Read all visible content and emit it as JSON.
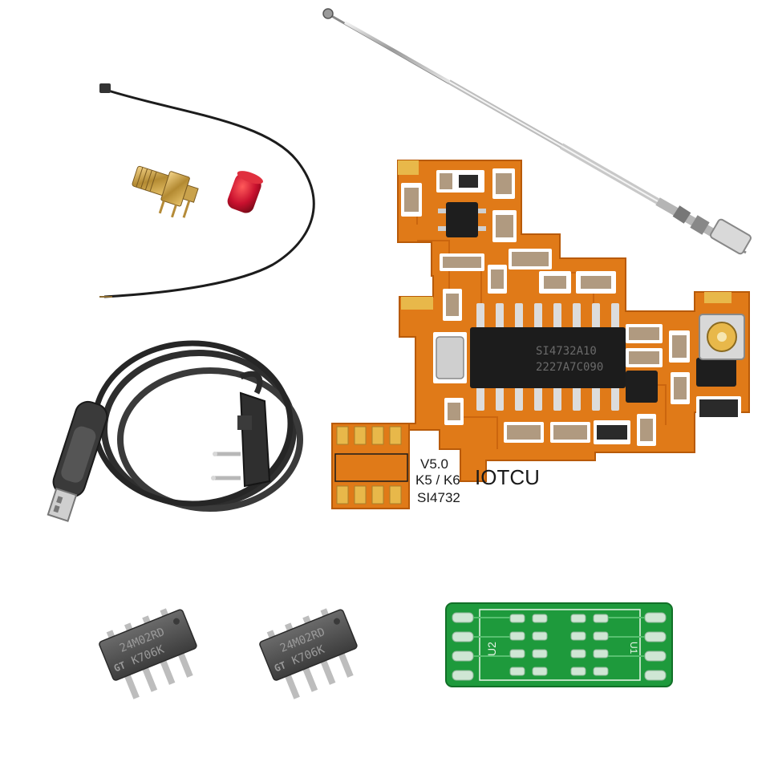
{
  "colors": {
    "background": "#ffffff",
    "pcb_orange": "#e07a18",
    "pcb_dark_orange": "#c5600c",
    "pad_gold": "#e8b84a",
    "green_pcb": "#1e9a3c",
    "cable_black": "#2a2a2a",
    "chip_gray": "#555555",
    "red_cap": "#c8102e",
    "chrome": "#cfcfcf"
  },
  "pcb": {
    "version": "V5.0",
    "model": "K5 / K6",
    "brand": "IOTCU",
    "ic_name": "SI4732",
    "main_chip_line1": "SI4732A10",
    "main_chip_line2": "2227A7C090"
  },
  "eeprom": {
    "line1": "24M02RD",
    "line2": "K706K",
    "logo": "GT"
  },
  "adapter": {
    "label_u2": "U2",
    "label_u1": "U1"
  },
  "items": [
    "telescopic-antenna",
    "ufl-pigtail-cable",
    "sma-connector",
    "red-dust-cap",
    "usb-programming-cable",
    "si4732-module-board",
    "eeprom-chip",
    "sop8-adapter-board"
  ]
}
